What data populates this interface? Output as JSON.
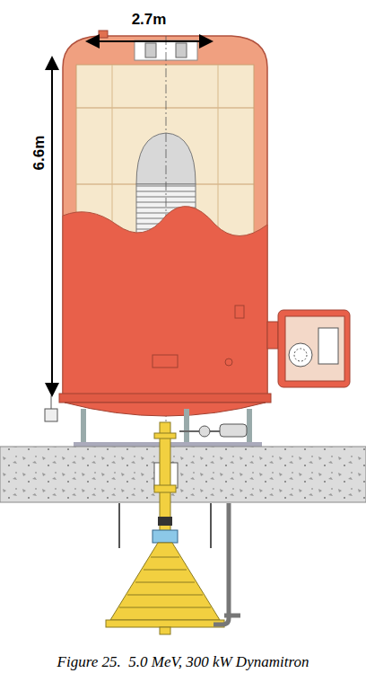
{
  "diagram": {
    "caption": "Figure 25.  5.0 MeV, 300 kW Dynamitron",
    "labels": [
      "2.7m",
      "6.6m"
    ]
  }
}
